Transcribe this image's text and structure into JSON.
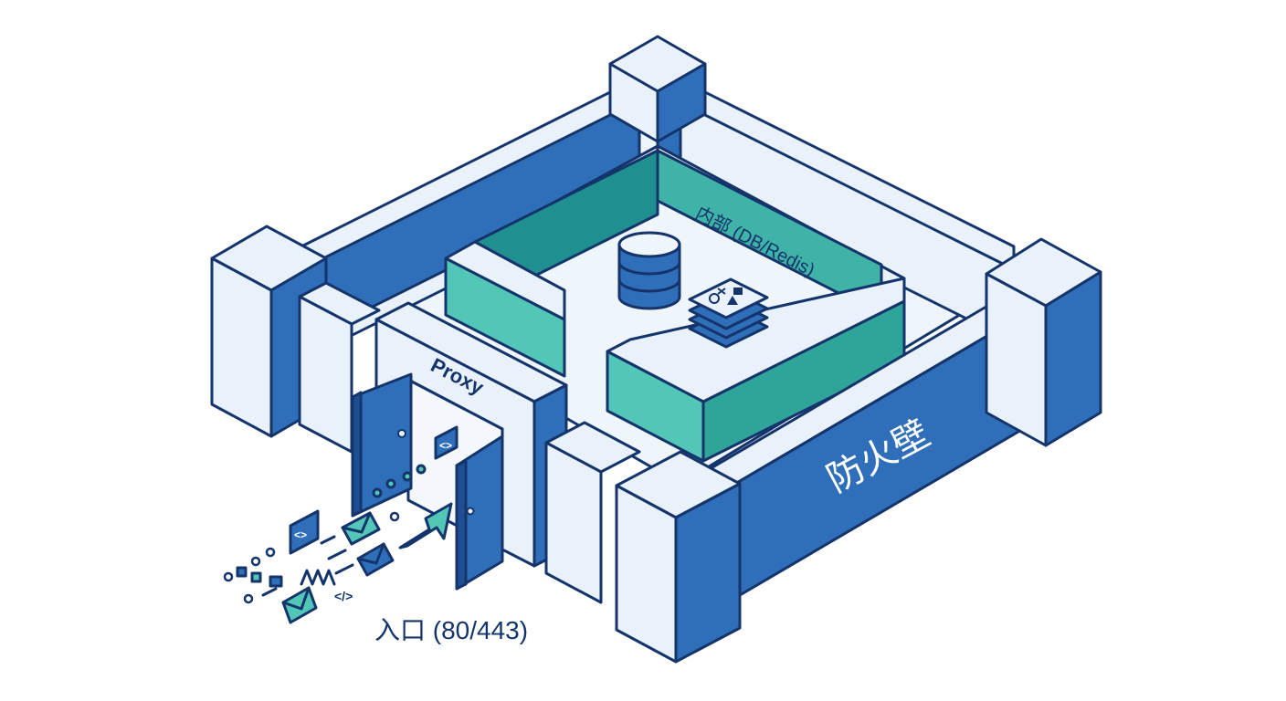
{
  "labels": {
    "inner": "内部 (DB/Redis)",
    "proxy": "Proxy",
    "firewall": "防火壁",
    "entrance": "入口 (80/443)"
  },
  "icons": {
    "database": "database-cylinder-icon",
    "cache": "redis-layers-icon",
    "traffic": [
      "envelope-icon",
      "code-icon",
      "wave-icon",
      "arrow-icon"
    ]
  },
  "colors": {
    "outline": "#14346b",
    "wall_blue": "#2f6fba",
    "wall_light": "#e6f0fa",
    "inner_teal": "#52c7b8",
    "inner_teal_dark": "#1f8f8f",
    "floor": "#eef5fb"
  }
}
